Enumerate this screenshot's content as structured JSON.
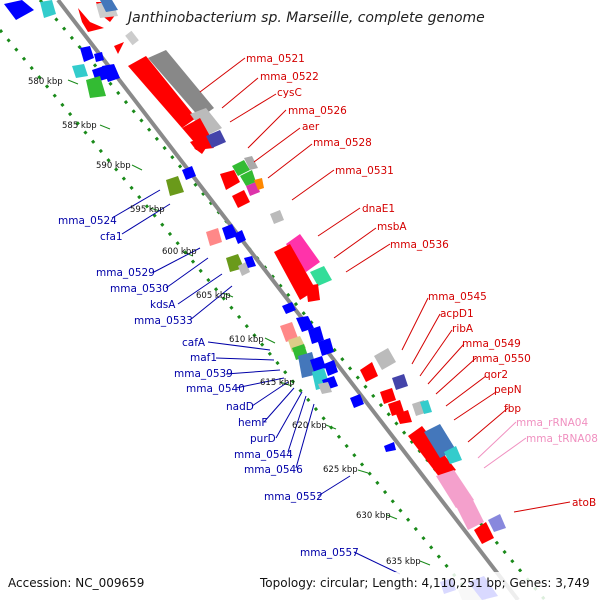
{
  "title": "Janthinobacterium sp. Marseille, complete genome",
  "footer": {
    "accession": "Accession: NC_009659",
    "summary": "Topology: circular; Length: 4,110,251 bp; Genes: 3,749"
  },
  "kbp_ticks": [
    "580 kbp",
    "585 kbp",
    "590 kbp",
    "595 kbp",
    "600 kbp",
    "605 kbp",
    "610 kbp",
    "615 kbp",
    "620 kbp",
    "625 kbp",
    "630 kbp",
    "635 kbp"
  ],
  "right_labels": [
    "mma_0521",
    "mma_0522",
    "cysC",
    "mma_0526",
    "aer",
    "mma_0528",
    "mma_0531",
    "dnaE1",
    "msbA",
    "mma_0536",
    "mma_0545",
    "acpD1",
    "ribA",
    "mma_0549",
    "mma_0550",
    "qor2",
    "pepN",
    "fbp",
    "atoB"
  ],
  "pink_labels": [
    "mma_rRNA04",
    "mma_tRNA08"
  ],
  "left_labels": [
    "mma_0524",
    "cfa1",
    "mma_0529",
    "mma_0530",
    "kdsA",
    "mma_0533",
    "cafA",
    "maf1",
    "mma_0539",
    "mma_0540",
    "nadD",
    "hemF",
    "purD",
    "mma_0544",
    "mma_0546",
    "mma_0552",
    "mma_0557"
  ],
  "colors": {
    "forward": "#ff0000",
    "reverse": "#0000ff",
    "backbone": "#888888",
    "ruler": "#008000",
    "rRNA_tRNA": "#f4a0cc"
  }
}
